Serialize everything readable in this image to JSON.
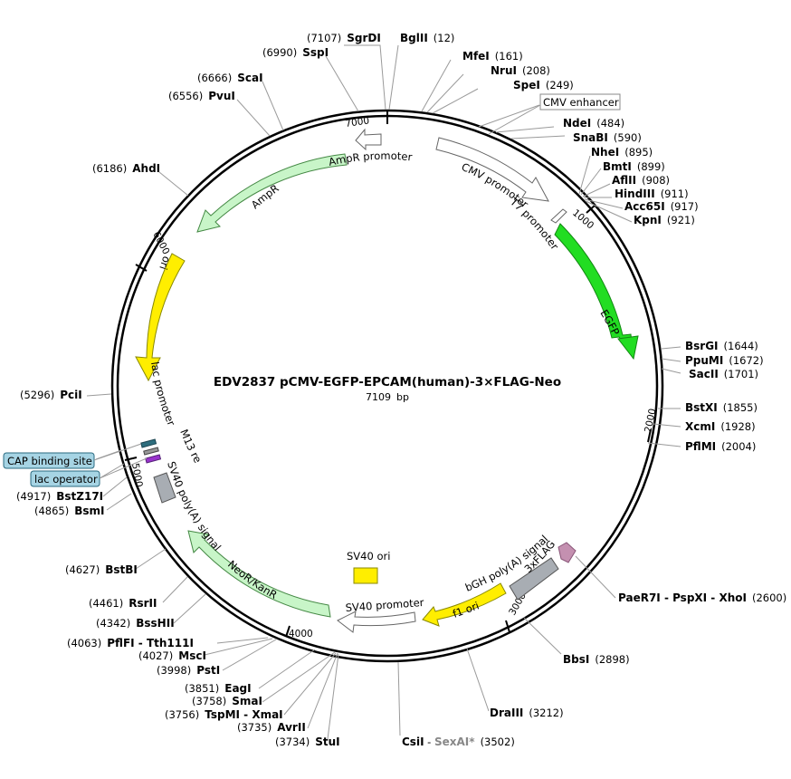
{
  "title": "EDV2837 pCMV-EGFP-EPCAM(human)-3×FLAG-Neo",
  "length": "7109",
  "length_unit": "bp",
  "ticks": [
    "1000",
    "2000",
    "3000",
    "4000",
    "5000",
    "6000",
    "7000"
  ],
  "features": {
    "cmv_promoter": "CMV promoter",
    "t7_promoter": "T7 promoter",
    "egfp": "EGFP",
    "flag": "3xFLAG",
    "bgh": "bGH poly(A) signal",
    "f1ori": "f1 ori",
    "sv40_promoter": "SV40 promoter",
    "sv40_ori": "SV40 ori",
    "neokan": "NeoR/KanR",
    "sv40polya": "SV40 poly(A) signal",
    "m13rev": "M13 rev",
    "lacprom": "lac promoter",
    "ori": "ori",
    "ampr": "AmpR",
    "ampr_promoter": "AmpR promoter"
  },
  "boxes": {
    "cmv_enhancer": "CMV enhancer",
    "cap_binding": "CAP binding site",
    "lac_operator": "lac operator"
  },
  "sites": {
    "sgrdi_n": "SgrDI",
    "sgrdi_p": "(7107)",
    "bglii_n": "BglII",
    "bglii_p": "(12)",
    "sspi_n": "SspI",
    "sspi_p": "(6990)",
    "mfei_n": "MfeI",
    "mfei_p": "(161)",
    "nrui_n": "NruI",
    "nrui_p": "(208)",
    "spei_n": "SpeI",
    "spei_p": "(249)",
    "scai_n": "ScaI",
    "scai_p": "(6666)",
    "pvui_n": "PvuI",
    "pvui_p": "(6556)",
    "ndei_n": "NdeI",
    "ndei_p": "(484)",
    "snabi_n": "SnaBI",
    "snabi_p": "(590)",
    "ahdi_n": "AhdI",
    "ahdi_p": "(6186)",
    "nhei_n": "NheI",
    "nhei_p": "(895)",
    "bmti_n": "BmtI",
    "bmti_p": "(899)",
    "aflii_n": "AflII",
    "aflii_p": "(908)",
    "hindiii_n": "HindIII",
    "hindiii_p": "(911)",
    "acc65i_n": "Acc65I",
    "acc65i_p": "(917)",
    "kpni_n": "KpnI",
    "kpni_p": "(921)",
    "bsrgi_n": "BsrGI",
    "bsrgi_p": "(1644)",
    "ppumi_n": "PpuMI",
    "ppumi_p": "(1672)",
    "sacii_n": "SacII",
    "sacii_p": "(1701)",
    "pcii_n": "PciI",
    "pcii_p": "(5296)",
    "bstxi_n": "BstXI",
    "bstxi_p": "(1855)",
    "xcmi_n": "XcmI",
    "xcmi_p": "(1928)",
    "pflmi_n": "PflMI",
    "pflmi_p": "(2004)",
    "bstz17i_n": "BstZ17I",
    "bstz17i_p": "(4917)",
    "bsmi_n": "BsmI",
    "bsmi_p": "(4865)",
    "bstbi_n": "BstBI",
    "bstbi_p": "(4627)",
    "paer7i_n": "PaeR7I - PspXI - XhoI",
    "paer7i_p": "(2600)",
    "rsrii_n": "RsrII",
    "rsrii_p": "(4461)",
    "bsshii_n": "BssHII",
    "bsshii_p": "(4342)",
    "pflfi_n": "PflFI - Tth111I",
    "pflfi_p": "(4063)",
    "bbsi_n": "BbsI",
    "bbsi_p": "(2898)",
    "msci_n": "MscI",
    "msci_p": "(4027)",
    "psti_n": "PstI",
    "psti_p": "(3998)",
    "eagi_n": "EagI",
    "eagi_p": "(3851)",
    "smai_n": "SmaI",
    "smai_p": "(3758)",
    "tspmi_n": "TspMI - XmaI",
    "tspmi_p": "(3756)",
    "avrii_n": "AvrII",
    "avrii_p": "(3735)",
    "drаiii_n": "DraIII",
    "draiii_p": "(3212)",
    "stui_n": "StuI",
    "stui_p": "(3734)",
    "csii_n": "CsiI",
    "csii_dash": " - ",
    "sexai_n": "SexAI*",
    "csii_p": "(3502)"
  }
}
